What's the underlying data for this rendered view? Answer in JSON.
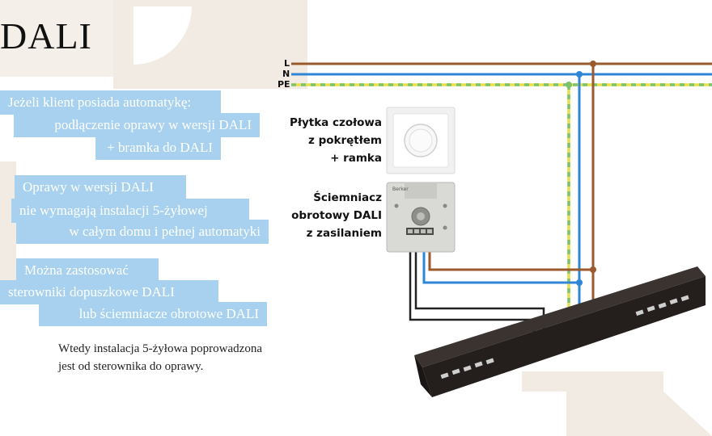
{
  "title": "DALI",
  "boxes": [
    {
      "lines": [
        "Jeżeli klient posiada automatykę:",
        "podłączenie oprawy w wersji DALI",
        "+ bramka do DALI"
      ]
    },
    {
      "lines": [
        "Oprawy w wersji DALI",
        "nie wymagają instalacji 5-żyłowej",
        "w całym domu i pełnej automatyki"
      ]
    },
    {
      "lines": [
        "Można zastosować",
        "sterowniki dopuszkowe DALI",
        "lub ściemniacze obrotowe DALI"
      ]
    }
  ],
  "note": "Wtedy instalacja 5-żyłowa poprowadzona jest od sterownika do oprawy.",
  "wires": {
    "L": "L",
    "N": "N",
    "PE": "PE"
  },
  "colors": {
    "highlight": "#a7d1ee",
    "wire_L": "#9a5a2e",
    "wire_N": "#2f86d6",
    "wire_PE_yellow": "#e8df4a",
    "wire_PE_green": "#7cc36b",
    "background_shapes": "#efe7df"
  },
  "labels": {
    "faceplate": [
      "Płytka czołowa",
      "z pokrętłem",
      "+ ramka"
    ],
    "dimmer": [
      "Ściemniacz",
      "obrotowy DALI",
      "z zasilaniem"
    ]
  },
  "icons": [
    "dimmer-faceplate-icon",
    "dimmer-insert-icon",
    "linear-luminaire-icon"
  ]
}
